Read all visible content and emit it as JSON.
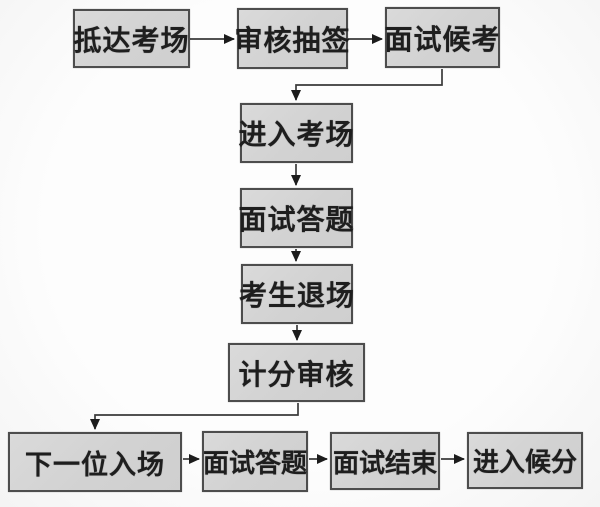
{
  "diagram": {
    "type": "flowchart",
    "language": "zh-CN",
    "nodes": [
      {
        "id": "arrive",
        "label": "抵达考场"
      },
      {
        "id": "review-draw",
        "label": "审核抽签"
      },
      {
        "id": "interview-wait",
        "label": "面试候考"
      },
      {
        "id": "enter-room",
        "label": "进入考场"
      },
      {
        "id": "answer-mid",
        "label": "面试答题"
      },
      {
        "id": "candidate-exit",
        "label": "考生退场"
      },
      {
        "id": "score-review",
        "label": "计分审核"
      },
      {
        "id": "next-enter",
        "label": "下一位入场"
      },
      {
        "id": "answer-bottom",
        "label": "面试答题"
      },
      {
        "id": "interview-end",
        "label": "面试结束"
      },
      {
        "id": "await-score",
        "label": "进入候分"
      }
    ],
    "edges": [
      {
        "from": "arrive",
        "to": "review-draw"
      },
      {
        "from": "review-draw",
        "to": "interview-wait"
      },
      {
        "from": "interview-wait",
        "to": "enter-room"
      },
      {
        "from": "enter-room",
        "to": "answer-mid"
      },
      {
        "from": "answer-mid",
        "to": "candidate-exit"
      },
      {
        "from": "candidate-exit",
        "to": "score-review"
      },
      {
        "from": "score-review",
        "to": "next-enter"
      },
      {
        "from": "next-enter",
        "to": "answer-bottom"
      },
      {
        "from": "answer-bottom",
        "to": "interview-end"
      },
      {
        "from": "interview-end",
        "to": "await-score"
      }
    ],
    "colors": {
      "box_fill": "#d4d4d4",
      "box_border": "#4d4d4d",
      "arrow": "#2e2e2e",
      "text": "#1e1e1e",
      "background": "#fcfcfc"
    }
  }
}
